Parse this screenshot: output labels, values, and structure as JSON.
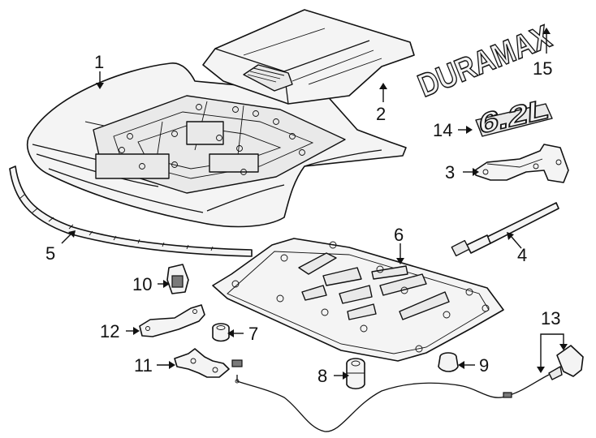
{
  "callouts": {
    "c1": "1",
    "c2": "2",
    "c3": "3",
    "c4": "4",
    "c5": "5",
    "c6": "6",
    "c7": "7",
    "c8": "8",
    "c9": "9",
    "c10": "10",
    "c11": "11",
    "c12": "12",
    "c13": "13",
    "c14": "14",
    "c15": "15"
  },
  "emblems": {
    "duramax": "DURAMAX",
    "liters": "6.2L"
  }
}
